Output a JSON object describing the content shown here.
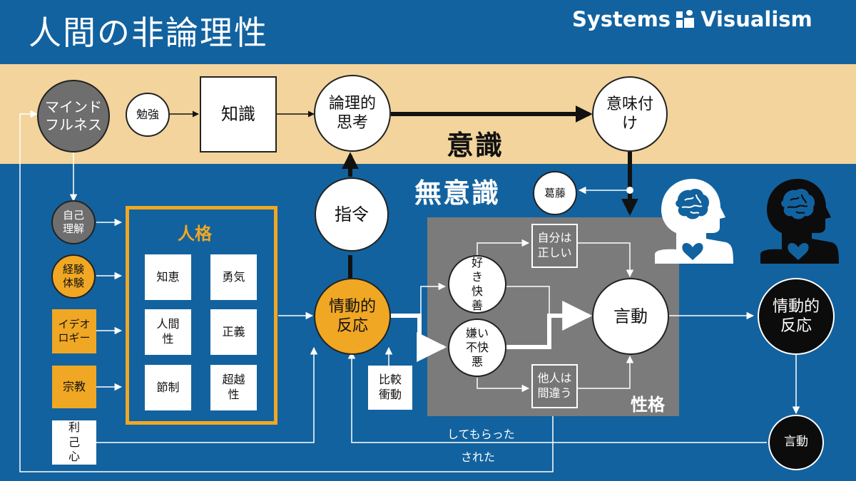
{
  "header": {
    "title": "人間の非論理性",
    "brand_left": "Systems",
    "brand_right": "Visualism"
  },
  "regions": {
    "conscious": "意識",
    "unconscious": "無意識",
    "persona": "人格",
    "personality": "性格"
  },
  "nodes": {
    "mindfulness": "マインドフルネス",
    "study": "勉強",
    "knowledge": "知識",
    "logical_thinking": "論理的思考",
    "meaning": "意味付け",
    "conflict": "葛藤",
    "command": "指令",
    "self_understanding": "自己理解",
    "experience": "経験体験",
    "ideology": "イデオロギー",
    "religion": "宗教",
    "selfishness": "利己心",
    "emotional_reaction": "情動的反応",
    "comparison": "比較衝動",
    "like": "好き快善",
    "dislike": "嫌い不快悪",
    "self_right": "自分は正しい",
    "others_wrong": "他人は間違う",
    "speech_action": "言動",
    "other_emotional_reaction": "情動的反応",
    "other_speech_action": "言動"
  },
  "virtues": [
    "知恵",
    "勇気",
    "人間性",
    "正義",
    "節制",
    "超越性"
  ],
  "feedback": {
    "received": "してもらった",
    "done_to": "された"
  },
  "colors": {
    "background": "#12629f",
    "conscious_band": "#f2d49c",
    "accent_orange": "#f0a724",
    "panel_gray": "#7b7b7b"
  },
  "icons": [
    "head-brain-heart-icon-white",
    "head-brain-heart-icon-black"
  ]
}
